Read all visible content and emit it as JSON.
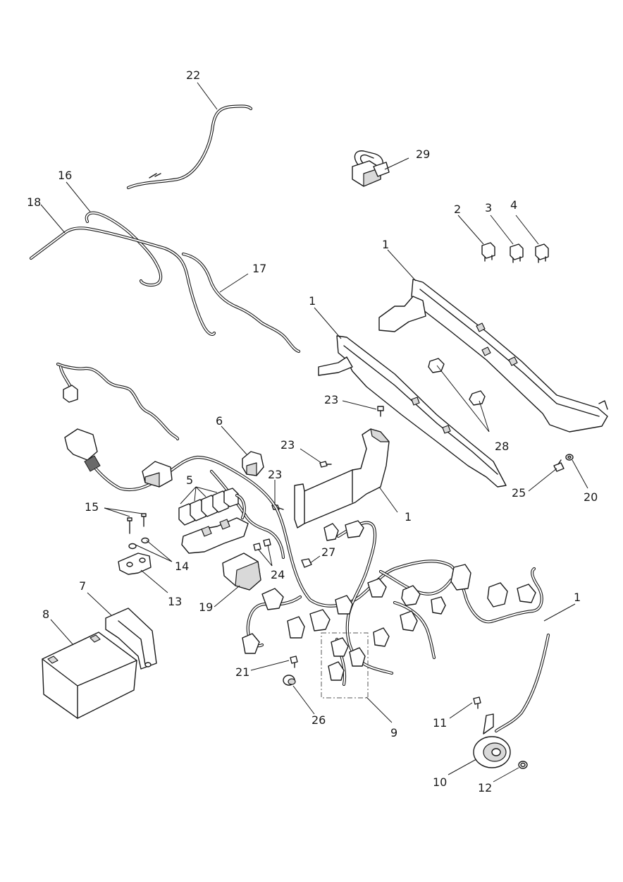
{
  "callouts": {
    "c1a": "1",
    "c1b": "1",
    "c1c": "1",
    "c1d": "1",
    "c2": "2",
    "c3": "3",
    "c4": "4",
    "c5": "5",
    "c6": "6",
    "c7": "7",
    "c8": "8",
    "c9": "9",
    "c10": "10",
    "c11": "11",
    "c12": "12",
    "c13": "13",
    "c14": "14",
    "c15": "15",
    "c16": "16",
    "c17": "17",
    "c18": "18",
    "c19": "19",
    "c20": "20",
    "c21": "21",
    "c22": "22",
    "c23a": "23",
    "c23b": "23",
    "c23c": "23",
    "c24": "24",
    "c25": "25",
    "c26": "26",
    "c27": "27",
    "c28": "28",
    "c29": "29"
  }
}
